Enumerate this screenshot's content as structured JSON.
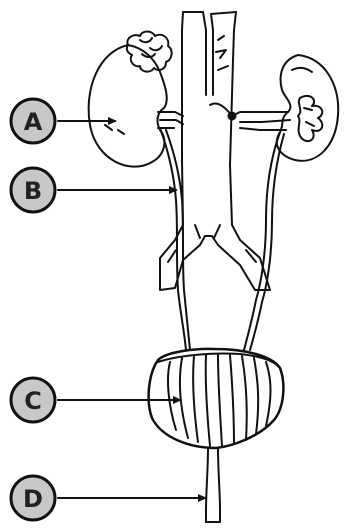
{
  "labels": {
    "a": "A",
    "b": "B",
    "c": "C",
    "d": "D"
  },
  "colors": {
    "ink": "#111111",
    "label_fill": "#c8c8c8",
    "background": "#ffffff"
  }
}
